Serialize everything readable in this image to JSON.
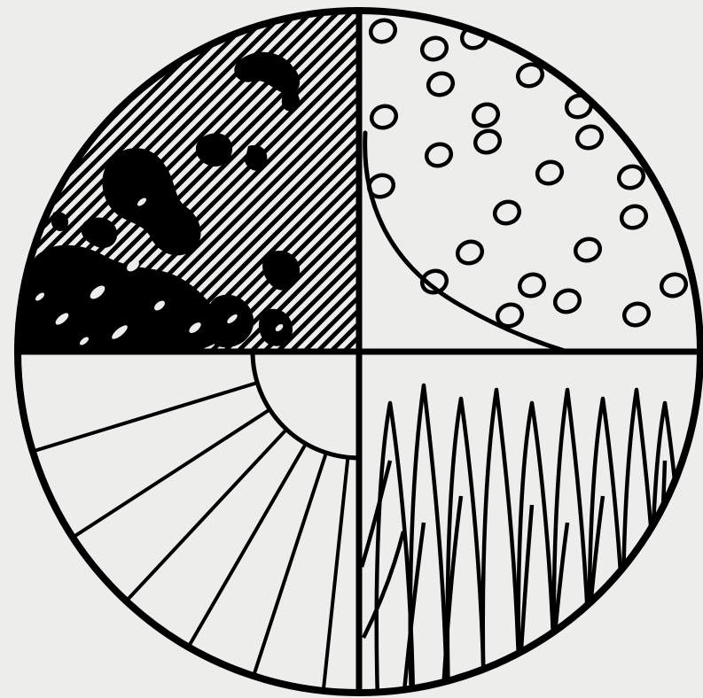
{
  "figure": {
    "kind": "quadrant-circle-diagram",
    "colors": {
      "background": "#ededeb",
      "ink": "#000000",
      "paper": "#ededeb"
    },
    "quadrants": [
      {
        "position": "top-left",
        "pattern": "diagonal-hatching-with-black-blotches"
      },
      {
        "position": "top-right",
        "pattern": "scattered-small-circles-with-curved-boundary"
      },
      {
        "position": "bottom-left",
        "pattern": "radial-lines-from-semicircle"
      },
      {
        "position": "bottom-right",
        "pattern": "elongated-columnar-cells"
      }
    ]
  }
}
